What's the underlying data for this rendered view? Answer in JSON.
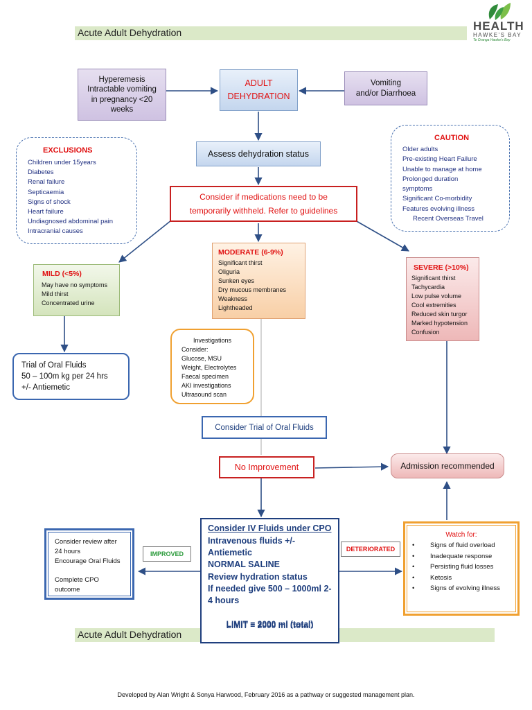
{
  "header": {
    "title": "Acute Adult Dehydration"
  },
  "logo": {
    "line1": "HEALTH",
    "line2": "HAWKE'S BAY",
    "line3": "Te Oranga Hawke's Bay"
  },
  "hyperemesis": {
    "lines": [
      "Hyperemesis",
      "Intractable vomiting",
      "in pregnancy <20",
      "weeks"
    ]
  },
  "adult": {
    "lines": [
      "ADULT",
      "DEHYDRATION"
    ]
  },
  "vomiting": {
    "lines": [
      "Vomiting",
      "and/or Diarrhoea"
    ]
  },
  "assess": {
    "label": "Assess dehydration status"
  },
  "exclusions": {
    "title": "EXCLUSIONS",
    "items": [
      "Children under 15years",
      "Diabetes",
      "Renal failure",
      "Septicaemia",
      "Signs of shock",
      "Heart failure",
      "Undiagnosed abdominal pain",
      "Intracranial causes"
    ]
  },
  "caution": {
    "title": "CAUTION",
    "items": [
      "Older adults",
      "Pre-existing Heart Failure",
      "Unable to manage at home",
      "Prolonged duration",
      "symptoms",
      "Significant Co-morbidity",
      "Features evolving illness",
      "Recent Overseas Travel"
    ]
  },
  "medications": {
    "lines": [
      "Consider if medications need to be",
      "temporarily withheld.  Refer to guidelines"
    ]
  },
  "mild": {
    "title": "MILD (<5%)",
    "items": [
      "May have no symptoms",
      "Mild thirst",
      "Concentrated urine"
    ]
  },
  "moderate": {
    "title": "MODERATE (6-9%)",
    "items": [
      "Significant thirst",
      "Oliguria",
      "Sunken eyes",
      "Dry mucous membranes",
      "Weakness",
      "Lightheaded"
    ]
  },
  "severe": {
    "title": "SEVERE (>10%)",
    "items": [
      "Significant thirst",
      "Tachycardia",
      "Low pulse volume",
      "Cool extremities",
      "Reduced skin turgor",
      "Marked hypotension",
      "Confusion"
    ]
  },
  "trial": {
    "lines": [
      "Trial of Oral Fluids",
      "50 – 100m kg per 24 hrs",
      "+/- Antiemetic"
    ]
  },
  "investigations": {
    "title": "Investigations",
    "items": [
      "Consider:",
      "Glucose, MSU",
      "Weight, Electrolytes",
      "Faecal specimen",
      "AKI investigations",
      "Ultrasound scan"
    ]
  },
  "consider_trial": {
    "label": "Consider Trial of Oral Fluids"
  },
  "no_improvement": {
    "label": "No Improvement"
  },
  "admission": {
    "label": "Admission recommended"
  },
  "review": {
    "lines": [
      "Consider review after",
      "24 hours",
      "Encourage Oral Fluids",
      "",
      "Complete CPO",
      "outcome"
    ]
  },
  "improved": {
    "label": "IMPROVED"
  },
  "iv": {
    "title": "Consider IV Fluids under CPO",
    "lines": [
      "Intravenous fluids +/-",
      "Antiemetic",
      "NORMAL SALINE",
      "Review hydration status",
      "If needed give 500 – 1000ml 2-",
      "4 hours"
    ],
    "limit": "LIMIT = 2000 ml (total)"
  },
  "deteriorated": {
    "label": "DETERIORATED"
  },
  "watch": {
    "title": "Watch for:",
    "items": [
      "Signs of fluid overload",
      "Inadequate response",
      "Persisting fluid losses",
      "Ketosis",
      "Signs of evolving illness"
    ]
  },
  "footer": {
    "text": "Developed by Alan Wright & Sonya Harwood, February 2016 as a pathway or suggested management plan."
  }
}
